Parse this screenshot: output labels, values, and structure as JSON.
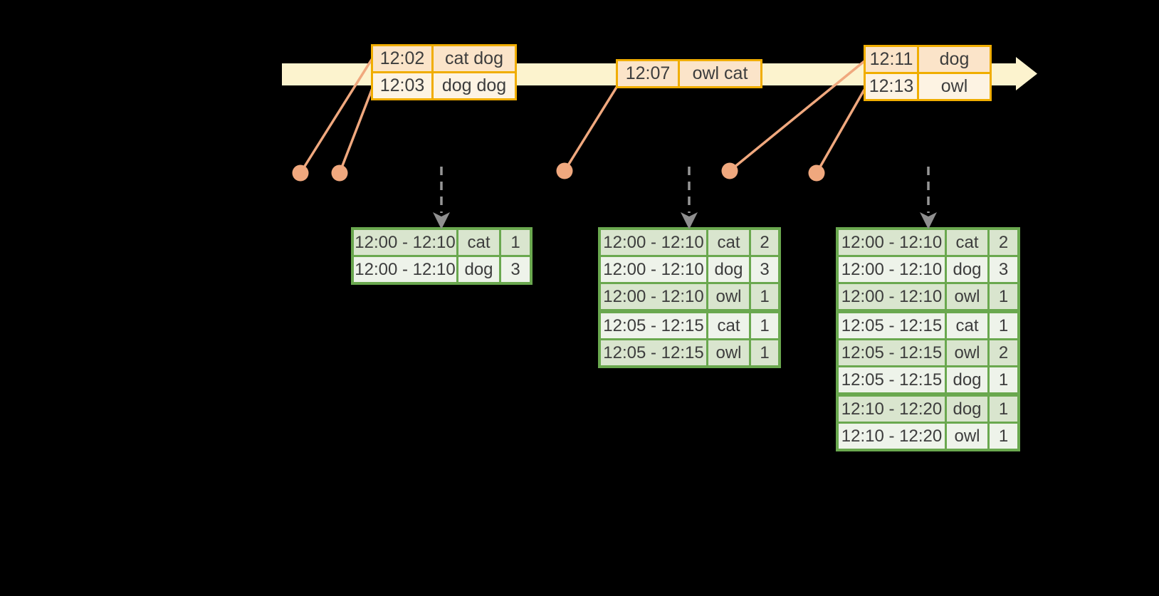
{
  "colors": {
    "background": "#000000",
    "timeline_fill": "#FCF3CE",
    "event_table_border": "#F0AD00",
    "event_row_fill_a": "#FBE4C9",
    "event_row_fill_b": "#FDF3E3",
    "event_marker": "#F0A87E",
    "result_table_border": "#6AA84F",
    "result_row_fill_a": "#D9E5CE",
    "result_row_fill_b": "#EEF3EA",
    "trigger_arrow": "#8F8F8F",
    "text": "#3D3D3D"
  },
  "event_tables": [
    {
      "rows": [
        {
          "time": "12:02",
          "words": "cat dog"
        },
        {
          "time": "12:03",
          "words": "dog dog"
        }
      ]
    },
    {
      "rows": [
        {
          "time": "12:07",
          "words": "owl cat"
        }
      ]
    },
    {
      "rows": [
        {
          "time": "12:11",
          "words": "dog"
        },
        {
          "time": "12:13",
          "words": "owl"
        }
      ]
    }
  ],
  "result_tables": [
    {
      "rows": [
        {
          "window": "12:00 - 12:10",
          "word": "cat",
          "count": "1"
        },
        {
          "window": "12:00 - 12:10",
          "word": "dog",
          "count": "3"
        }
      ]
    },
    {
      "rows": [
        {
          "window": "12:00 - 12:10",
          "word": "cat",
          "count": "2"
        },
        {
          "window": "12:00 - 12:10",
          "word": "dog",
          "count": "3"
        },
        {
          "window": "12:00 - 12:10",
          "word": "owl",
          "count": "1"
        },
        {
          "window": "12:05 - 12:15",
          "word": "cat",
          "count": "1"
        },
        {
          "window": "12:05 - 12:15",
          "word": "owl",
          "count": "1"
        }
      ]
    },
    {
      "rows": [
        {
          "window": "12:00 - 12:10",
          "word": "cat",
          "count": "2"
        },
        {
          "window": "12:00 - 12:10",
          "word": "dog",
          "count": "3"
        },
        {
          "window": "12:00 - 12:10",
          "word": "owl",
          "count": "1"
        },
        {
          "window": "12:05 - 12:15",
          "word": "cat",
          "count": "1"
        },
        {
          "window": "12:05 - 12:15",
          "word": "owl",
          "count": "2"
        },
        {
          "window": "12:05 - 12:15",
          "word": "dog",
          "count": "1"
        },
        {
          "window": "12:10 - 12:20",
          "word": "dog",
          "count": "1"
        },
        {
          "window": "12:10 - 12:20",
          "word": "owl",
          "count": "1"
        }
      ]
    }
  ]
}
